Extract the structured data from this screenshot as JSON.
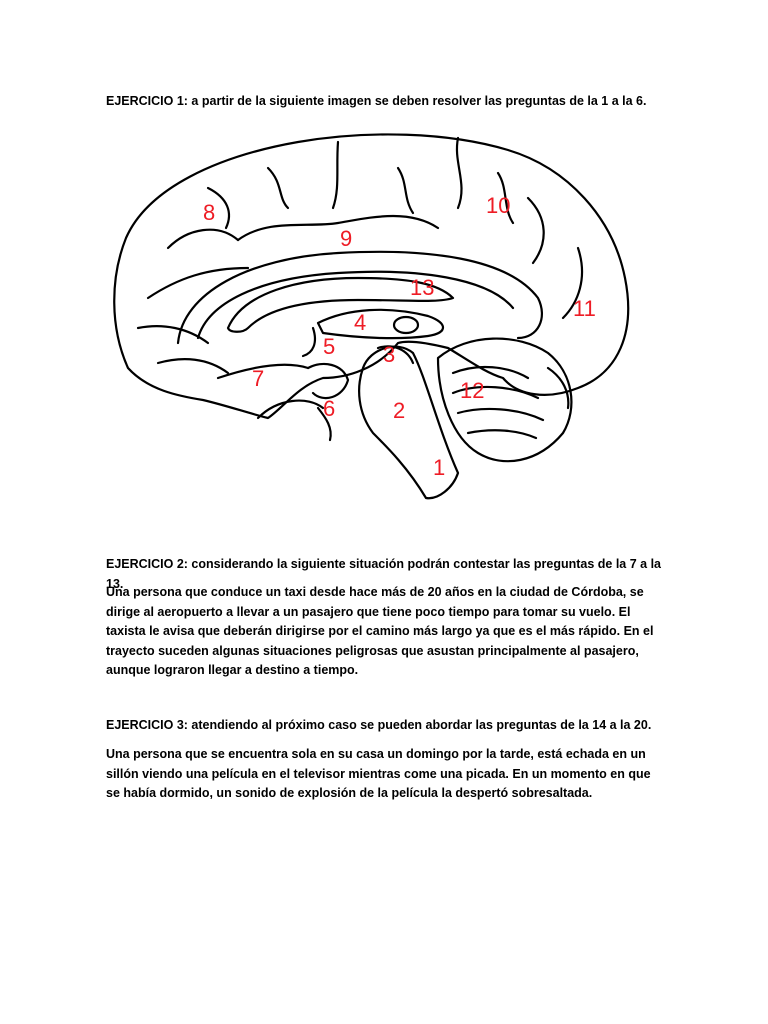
{
  "exercise1": {
    "heading": "EJERCICIO 1: a partir de la siguiente imagen se deben resolver las preguntas de la 1 a la 6."
  },
  "diagram": {
    "labels": [
      "1",
      "2",
      "3",
      "4",
      "5",
      "6",
      "7",
      "8",
      "9",
      "10",
      "11",
      "12",
      "13"
    ],
    "label_color": "#ee1c25"
  },
  "exercise2": {
    "heading": "EJERCICIO 2: considerando la siguiente situación podrán contestar las preguntas de la 7 a la 13.",
    "text": "Una persona que conduce un taxi desde hace más de 20 años en la ciudad de Córdoba, se dirige al aeropuerto a llevar a un pasajero que tiene poco tiempo para tomar su vuelo. El taxista le avisa que deberán dirigirse por el camino más largo ya que es el más rápido. En el trayecto suceden algunas situaciones peligrosas que asustan principalmente al pasajero, aunque lograron llegar a destino a tiempo."
  },
  "exercise3": {
    "heading": "EJERCICIO 3: atendiendo al próximo caso se pueden abordar las preguntas de la 14 a la 20.",
    "text": "Una persona que se encuentra sola en su casa un domingo por la tarde, está echada en un sillón viendo una película en el televisor mientras come una picada. En un momento en que se había dormido, un sonido de explosión de la película la despertó sobresaltada."
  }
}
